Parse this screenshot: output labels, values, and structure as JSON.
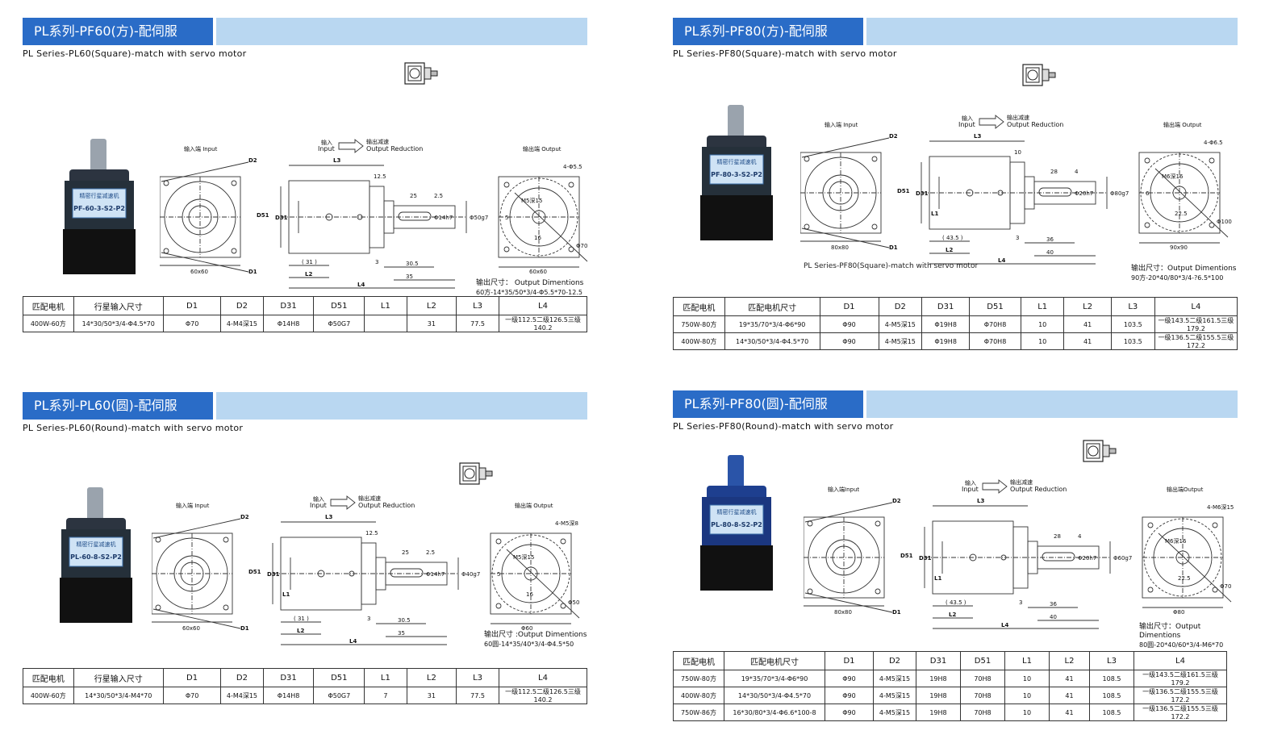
{
  "sections": [
    {
      "title": "PL系列-PF60(方)-配伺服",
      "subtitle": "PL Series-PL60(Square)-match with servo motor",
      "photo_label": [
        "精密行星减速机",
        "PF-60-3-S2-P2"
      ],
      "input_label": "输入端 Input",
      "arrow_top": "输入",
      "arrow_input": "Input",
      "arrow_out_cn": "输出减速",
      "arrow_out_en": "Output Reduction",
      "output_label": "输出端 Output",
      "dims": {
        "d2": "D2",
        "d1": "D1",
        "d51": "D51",
        "d31": "D31",
        "l3": "L3",
        "l2": "L2",
        "l4": "L4",
        "a": "12.5",
        "b": "25",
        "c": "2.5",
        "d": "Φ14h7",
        "e": "Φ50g7",
        "f": "30.5",
        "g": "35",
        "h": "( 31 )",
        "i": "3",
        "sq": "60x60",
        "bolt": "4-Φ5.5",
        "m": "M5深15",
        "k": "5",
        "n": "16",
        "pcd": "Φ70",
        "sq2": "60x60"
      },
      "outdim_title": "输出尺寸： Output Dimentions",
      "outdim_value": "60方-14*35/50*3/4-Φ5.5*70-12.5",
      "headers": [
        "匹配电机",
        "行星输入尺寸",
        "D1",
        "D2",
        "D31",
        "D51",
        "L1",
        "L2",
        "L3",
        "L4"
      ],
      "rows": [
        [
          "400W-60方",
          "14*30/50*3/4-Φ4.5*70",
          "Φ70",
          "4-M4深15",
          "Φ14H8",
          "Φ50G7",
          "",
          "31",
          "77.5",
          "一级112.5二级126.5三级140.2"
        ]
      ]
    },
    {
      "title": "PL系列-PF80(方)-配伺服",
      "subtitle": "PL Series-PF80(Square)-match with servo motor",
      "photo_label": [
        "精密行星减速机",
        "PF-80-3-S2-P2"
      ],
      "input_label": "输入端 Input",
      "arrow_top": "输入",
      "arrow_input": "Input",
      "arrow_out_cn": "输出减速",
      "arrow_out_en": "Output Reduction",
      "output_label": "输出端 Output",
      "dims": {
        "d2": "D2",
        "d1": "D1",
        "d51": "D51",
        "d31": "D31",
        "l3": "L3",
        "l2": "L2",
        "l4": "L4",
        "l1": "L1",
        "a": "10",
        "b": "28",
        "c": "4",
        "d": "Φ20h7",
        "e": "Φ80g7",
        "f": "36",
        "g": "40",
        "h": "( 43.5 )",
        "i": "3",
        "sq": "80x80",
        "bolt": "4-Φ6.5",
        "m": "M6深16",
        "k": "6",
        "n": "22.5",
        "pcd": "Φ100",
        "sq2": "90x90"
      },
      "bottom_note": "PL Series-PF80(Square)-match with servo motor",
      "outdim_title": "输出尺寸：Output Dimentions",
      "outdim_value": "90方-20*40/80*3/4-?6.5*100",
      "headers": [
        "匹配电机",
        "匹配电机尺寸",
        "D1",
        "D2",
        "D31",
        "D51",
        "L1",
        "L2",
        "L3",
        "L4"
      ],
      "rows": [
        [
          "750W-80方",
          "19*35/70*3/4-Φ6*90",
          "Φ90",
          "4-M5深15",
          "Φ19H8",
          "Φ70H8",
          "10",
          "41",
          "103.5",
          "一级143.5二级161.5三级179.2"
        ],
        [
          "400W-80方",
          "14*30/50*3/4-Φ4.5*70",
          "Φ90",
          "4-M5深15",
          "Φ19H8",
          "Φ70H8",
          "10",
          "41",
          "103.5",
          "一级136.5二级155.5三级172.2"
        ]
      ]
    },
    {
      "title": "PL系列-PL60(圆)-配伺服",
      "subtitle": "PL Series-PL60(Round)-match with servo motor",
      "photo_label": [
        "精密行星减速机",
        "PL-60-8-S2-P2"
      ],
      "input_label": "输入端 Input",
      "arrow_top": "输入",
      "arrow_input": "Input",
      "arrow_out_cn": "输出减速",
      "arrow_out_en": "Output Reduction",
      "output_label": "输出端 Output",
      "dims": {
        "d2": "D2",
        "d1": "D1",
        "d51": "D51",
        "d31": "D31",
        "l3": "L3",
        "l2": "L2",
        "l4": "L4",
        "l1": "L1",
        "a": "12.5",
        "b": "25",
        "c": "2.5",
        "d": "Φ14h7",
        "e": "Φ40g7",
        "f": "30.5",
        "g": "35",
        "h": "( 31 )",
        "i": "3",
        "sq": "60x60",
        "bolt": "4-M5深8",
        "m": "M5深15",
        "k": "5",
        "n": "16",
        "pcd": "Φ50",
        "sq2": "Φ60"
      },
      "outdim_title": "输出尺寸 :Output Dimentions",
      "outdim_value": "60圆-14*35/40*3/4-Φ4.5*50",
      "headers": [
        "匹配电机",
        "行星输入尺寸",
        "D1",
        "D2",
        "D31",
        "D51",
        "L1",
        "L2",
        "L3",
        "L4"
      ],
      "rows": [
        [
          "400W-60方",
          "14*30/50*3/4-M4*70",
          "Φ70",
          "4-M4深15",
          "Φ14H8",
          "Φ50G7",
          "7",
          "31",
          "77.5",
          "一级112.5二级126.5三级140.2"
        ]
      ]
    },
    {
      "title": "PL系列-PF80(圆)-配伺服",
      "subtitle": "PL Series-PF80(Round)-match with servo motor",
      "photo_label": [
        "精密行星减速机",
        "PL-80-8-S2-P2"
      ],
      "input_label": "输入端Input",
      "arrow_top": "输入",
      "arrow_input": "Input",
      "arrow_out_cn": "输出减速",
      "arrow_out_en": "Output Reduction",
      "output_label": "输出端Output",
      "dims": {
        "d2": "D2",
        "d1": "D1",
        "d51": "D51",
        "d31": "D31",
        "l3": "L3",
        "l2": "L2",
        "l4": "L4",
        "l1": "L1",
        "a": "",
        "b": "28",
        "c": "4",
        "d": "Φ20h7",
        "e": "Φ60g7",
        "f": "36",
        "g": "40",
        "h": "( 43.5 )",
        "i": "3",
        "sq": "80x80",
        "bolt": "4-M6深15",
        "m": "M6深16",
        "k": "",
        "n": "22.5",
        "pcd": "Φ70",
        "sq2": "Φ80"
      },
      "outdim_title": "输出尺寸：Output Dimentions",
      "outdim_value": "80圆-20*40/60*3/4-M6*70",
      "headers": [
        "匹配电机",
        "匹配电机尺寸",
        "D1",
        "D2",
        "D31",
        "D51",
        "L1",
        "L2",
        "L3",
        "L4"
      ],
      "rows": [
        [
          "750W-80方",
          "19*35/70*3/4-Φ6*90",
          "Φ90",
          "4-M5深15",
          "19H8",
          "70H8",
          "10",
          "41",
          "108.5",
          "一级143.5二级161.5三级179.2"
        ],
        [
          "400W-80方",
          "14*30/50*3/4-Φ4.5*70",
          "Φ90",
          "4-M5深15",
          "19H8",
          "70H8",
          "10",
          "41",
          "108.5",
          "一级136.5二级155.5三级172.2"
        ],
        [
          "750W-86方",
          "16*30/80*3/4-Φ6.6*100-8",
          "Φ90",
          "4-M5深15",
          "19H8",
          "70H8",
          "10",
          "41",
          "108.5",
          "一级136.5二级155.5三级172.2"
        ]
      ]
    }
  ]
}
